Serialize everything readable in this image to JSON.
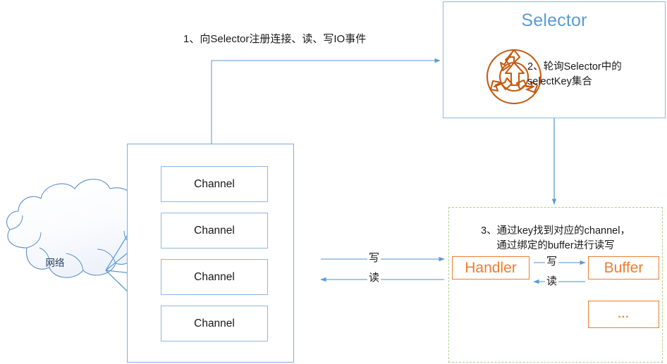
{
  "diagram": {
    "title_node": {
      "label": "Selector",
      "color": "#5B9BD5"
    },
    "steps": {
      "step1": "1、向Selector注册连接、读、写IO事件",
      "step2": "2、轮询Selector中的\nselectKey集合",
      "step2_line1": "2、轮询Selector中的",
      "step2_line2": "selectKey集合",
      "step3_line1": "3、通过key找到对应的channel，",
      "step3_line2": "通过绑定的buffer进行读写"
    },
    "cloud": {
      "label": "网络"
    },
    "channels": {
      "items": [
        {
          "label": "Channel"
        },
        {
          "label": "Channel"
        },
        {
          "label": "Channel"
        },
        {
          "label": "Channel"
        }
      ]
    },
    "handler": {
      "label": "Handler",
      "color": "#ED7D31"
    },
    "buffer": {
      "label": "Buffer",
      "color": "#ED7D31"
    },
    "ellipsis": {
      "label": "..."
    },
    "arrow_labels": {
      "write_outer": "写",
      "read_outer": "读",
      "write_inner": "写",
      "read_inner": "读"
    },
    "colors": {
      "blue_line": "#7EAEDC",
      "blue_accent": "#5B9BD5",
      "orange": "#ED7D31",
      "orange_icon": "#C55A11",
      "green_dashed": "#A9D18E",
      "text": "#1a1a1a"
    }
  }
}
